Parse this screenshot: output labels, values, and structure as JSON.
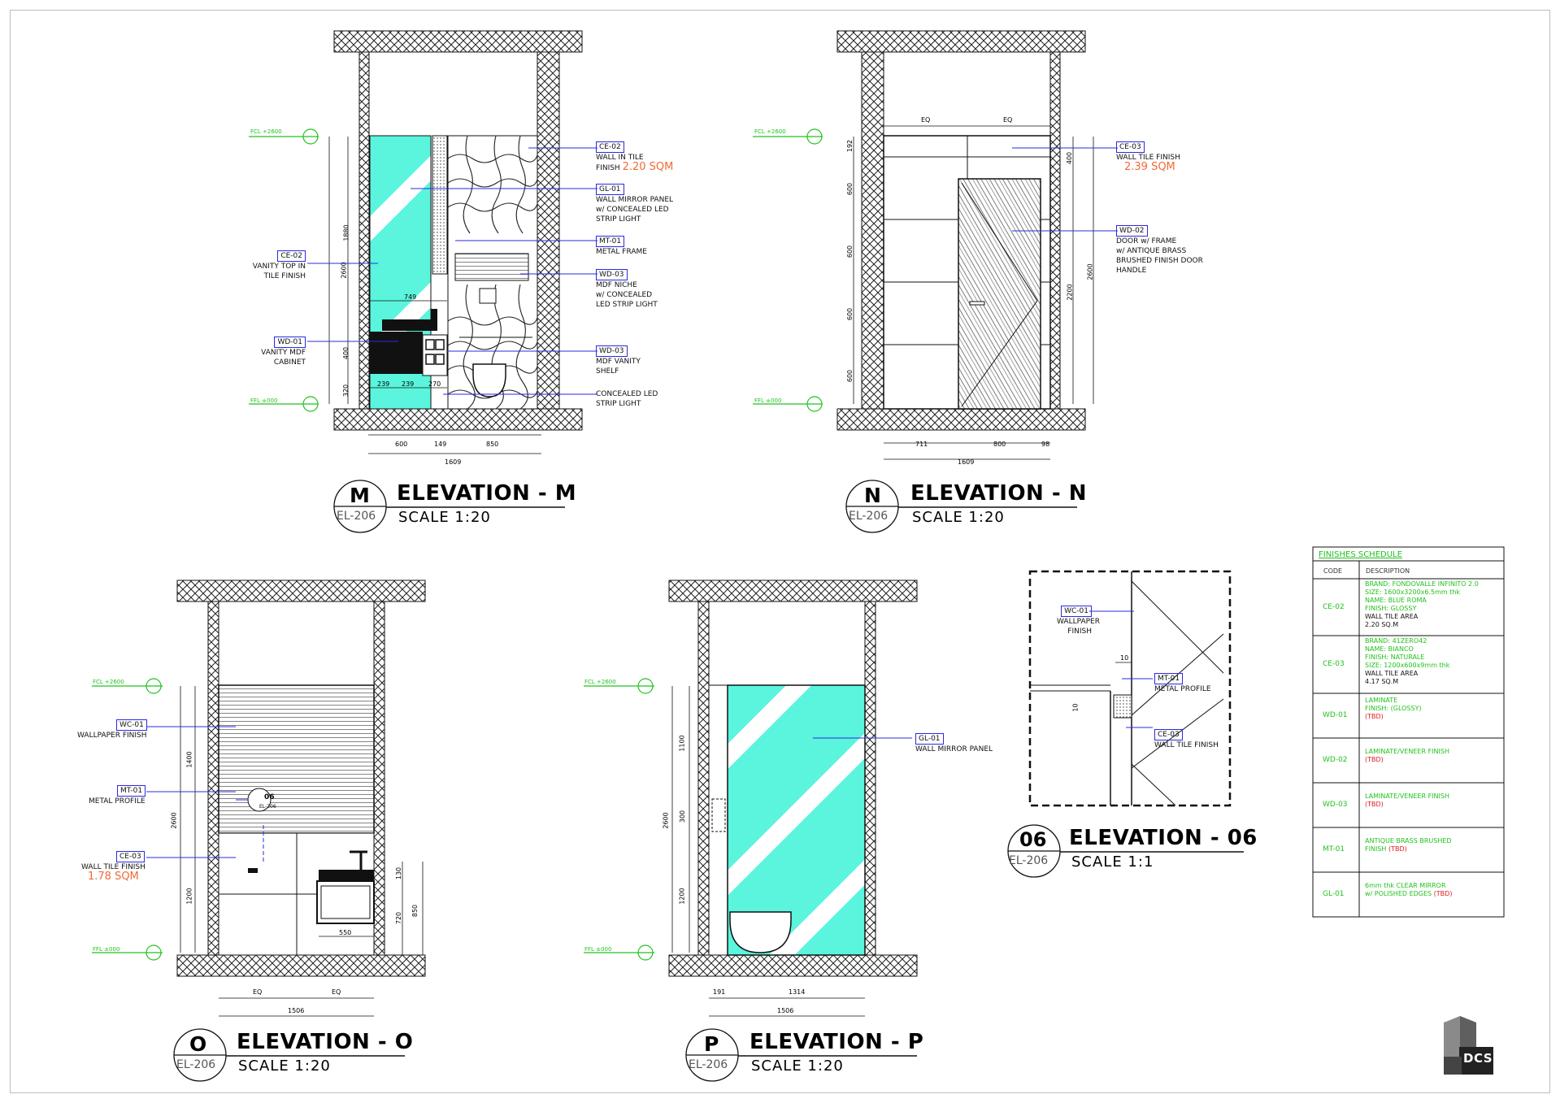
{
  "drawing": {
    "elevation_m": {
      "letter": "M",
      "sheet_ref": "EL-206",
      "title": "ELEVATION - M",
      "scale": "SCALE 1:20",
      "fcl": "FCL +2600",
      "ffl": "FFL ±000",
      "callouts": [
        {
          "code": "CE-02",
          "lines": [
            "WALL IN TILE",
            "FINISH"
          ],
          "area": "2.20  SQM"
        },
        {
          "code": "GL-01",
          "lines": [
            "WALL MIRROR PANEL",
            "w/ CONCEALED LED",
            "STRIP LIGHT"
          ]
        },
        {
          "code": "MT-01",
          "lines": [
            "METAL FRAME"
          ]
        },
        {
          "code": "WD-03",
          "lines": [
            "MDF NICHE",
            "w/ CONCEALED",
            "LED STRIP LIGHT"
          ]
        },
        {
          "code": "WD-03",
          "lines": [
            "MDF VANITY",
            "SHELF"
          ]
        },
        {
          "lines": [
            "CONCEALED LED",
            "STRIP LIGHT"
          ]
        }
      ],
      "left_callouts": [
        {
          "code": "CE-02",
          "lines": [
            "VANITY TOP IN",
            "TILE FINISH"
          ]
        },
        {
          "code": "WD-01",
          "lines": [
            "VANITY MDF",
            "CABINET"
          ]
        }
      ],
      "dims": {
        "h_total": "2600",
        "h_upper": "1880",
        "h_mid": "400",
        "h_low": "320",
        "w1": "600",
        "w2": "149",
        "w3": "850",
        "w_total": "1609",
        "top_w": "749",
        "s1": "239",
        "s2": "239",
        "s3": "270"
      }
    },
    "elevation_n": {
      "letter": "N",
      "sheet_ref": "EL-206",
      "title": "ELEVATION - N",
      "scale": "SCALE 1:20",
      "fcl": "FCL +2600",
      "ffl": "FFL ±000",
      "callouts": [
        {
          "code": "CE-03",
          "lines": [
            "WALL TILE FINISH"
          ],
          "area": "2.39  SQM"
        },
        {
          "code": "WD-02",
          "lines": [
            "DOOR w/ FRAME",
            "w/ ANTIQUE BRASS",
            "BRUSHED FINISH DOOR",
            "HANDLE"
          ]
        }
      ],
      "dims": {
        "eq1": "EQ",
        "eq2": "EQ",
        "d192": "192",
        "d600a": "600",
        "d600b": "600",
        "d600c": "600",
        "d600d": "600",
        "d400": "400",
        "d2200": "2200",
        "d2600": "2600",
        "w1": "711",
        "w2": "800",
        "w3": "98",
        "w_total": "1609"
      }
    },
    "elevation_o": {
      "letter": "O",
      "sheet_ref": "EL-206",
      "title": "ELEVATION - O",
      "scale": "SCALE 1:20",
      "fcl": "FCL +2600",
      "ffl": "FFL ±000",
      "callouts": [
        {
          "code": "WC-01",
          "lines": [
            "WALLPAPER FINISH"
          ]
        },
        {
          "code": "MT-01",
          "lines": [
            "METAL PROFILE"
          ]
        },
        {
          "code": "CE-03",
          "lines": [
            "WALL TILE FINISH"
          ],
          "area": "1.78  SQM"
        }
      ],
      "detail_ref": {
        "num": "06",
        "sheet": "EL-206"
      },
      "dims": {
        "d1400": "1400",
        "d2600": "2600",
        "d1200": "1200",
        "d130": "130",
        "d720": "720",
        "d850": "850",
        "d550": "550",
        "eq1": "EQ",
        "eq2": "EQ",
        "w_total": "1506"
      }
    },
    "elevation_p": {
      "letter": "P",
      "sheet_ref": "EL-206",
      "title": "ELEVATION - P",
      "scale": "SCALE 1:20",
      "fcl": "FCL +2600",
      "ffl": "FFL ±000",
      "callouts": [
        {
          "code": "GL-01",
          "lines": [
            "WALL MIRROR PANEL"
          ]
        }
      ],
      "dims": {
        "d1100": "1100",
        "d300": "300",
        "d2600": "2600",
        "d1200": "1200",
        "w1": "191",
        "w2": "1314",
        "w_total": "1506"
      }
    },
    "elevation_06": {
      "letter": "06",
      "sheet_ref": "EL-206",
      "title": "ELEVATION - 06",
      "scale": "SCALE 1:1",
      "callouts": [
        {
          "code": "WC-01",
          "lines": [
            "WALLPAPER",
            "FINISH"
          ]
        },
        {
          "code": "MT-01",
          "lines": [
            "METAL PROFILE"
          ]
        },
        {
          "code": "CE-03",
          "lines": [
            "WALL TILE FINISH"
          ]
        }
      ],
      "dims": {
        "d10a": "10",
        "d10b": "10"
      }
    }
  },
  "schedule": {
    "title": "FINISHES  SCHEDULE",
    "header_code": "CODE",
    "header_desc": "DESCRIPTION",
    "rows": [
      {
        "code": "CE-02",
        "green": [
          "BRAND: FONDOVALLE INFINITO 2.0",
          "SIZE: 1600x3200x6.5mm thk",
          "NAME: BLUE ROMA",
          "FINISH: GLOSSY"
        ],
        "black": [
          "WALL TILE AREA",
          "2.20 SQ.M"
        ],
        "red": ""
      },
      {
        "code": "CE-03",
        "green": [
          "BRAND: 41ZERO42",
          "NAME: BIANCO",
          "FINISH: NATURALE",
          "SIZE: 1200x600x9mm thk"
        ],
        "black": [
          "WALL TILE AREA",
          "4.17 SQ.M"
        ],
        "red": ""
      },
      {
        "code": "WD-01",
        "green": [
          "LAMINATE",
          "FINISH: (GLOSSY)"
        ],
        "black": [],
        "red": "(TBD)"
      },
      {
        "code": "WD-02",
        "green": [
          "LAMINATE/VENEER FINISH"
        ],
        "black": [],
        "red": "(TBD)"
      },
      {
        "code": "WD-03",
        "green": [
          "LAMINATE/VENEER FINISH"
        ],
        "black": [],
        "red": "(TBD)"
      },
      {
        "code": "MT-01",
        "green": [
          "ANTIQUE BRASS BRUSHED",
          "FINISH"
        ],
        "black": [],
        "red": "(TBD)"
      },
      {
        "code": "GL-01",
        "green": [
          "6mm thk CLEAR MIRROR",
          "w/ POLISHED EDGES"
        ],
        "black": [],
        "red": "(TBD)"
      }
    ]
  },
  "logo": {
    "text": "DCS"
  },
  "colors": {
    "mirror": "#5af5dc",
    "green": "#22c21e",
    "blue": "#2a2ae6",
    "orange": "#f26a35",
    "red": "#e21b1b"
  }
}
